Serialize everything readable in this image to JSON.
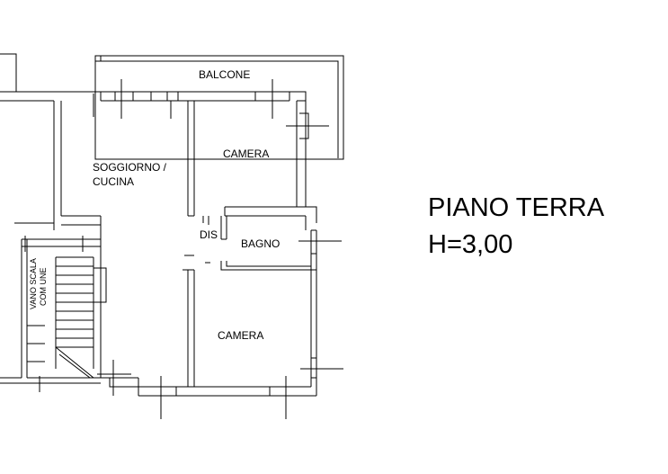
{
  "plan": {
    "rooms": {
      "balcone": "BALCONE",
      "soggiorno_line1": "SOGGIORNO /",
      "soggiorno_line2": "CUCINA",
      "camera_top": "CAMERA",
      "dis": "DIS",
      "bagno": "BAGNO",
      "camera_bottom": "CAMERA",
      "vano_line1": "VANO SCALA",
      "vano_line2": "COM UNE"
    },
    "title": {
      "floor": "PIANO TERRA",
      "height": "H=3,00"
    }
  }
}
